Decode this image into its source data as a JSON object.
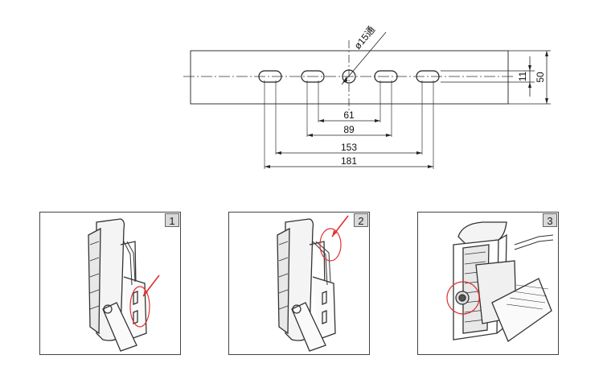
{
  "bracket_drawing": {
    "hole_label": "ø15通",
    "dimensions": {
      "inner_slot_span": "61",
      "hole_span": "89",
      "outer_slot_span": "153",
      "overall_span": "181",
      "slot_height": "11",
      "bracket_height": "50"
    }
  },
  "steps": [
    {
      "number": "1"
    },
    {
      "number": "2"
    },
    {
      "number": "3"
    }
  ],
  "colors": {
    "line": "#222222",
    "annotation": "#e03030",
    "badge_fill": "#d9d9d9"
  }
}
